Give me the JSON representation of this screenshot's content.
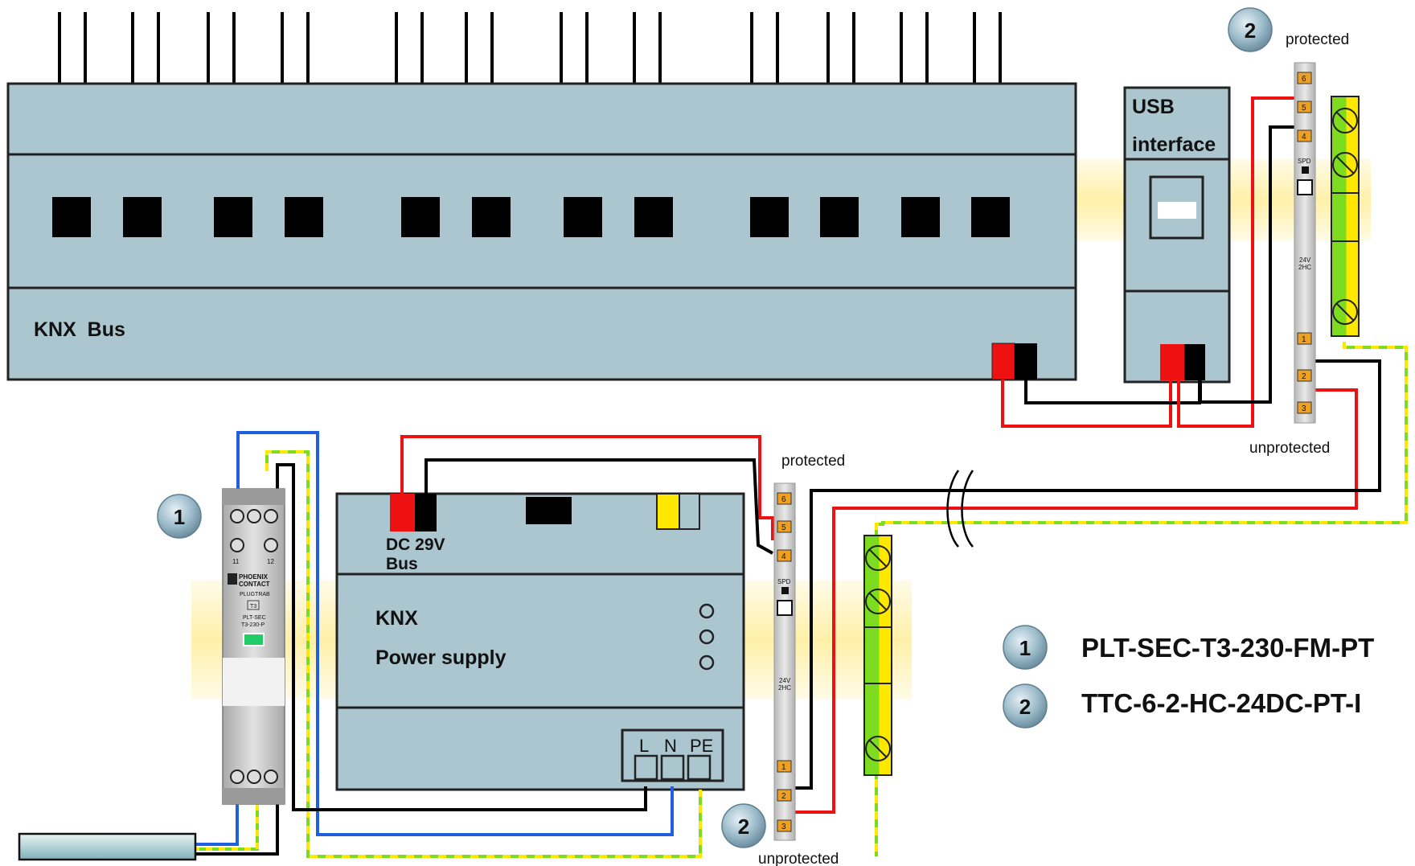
{
  "bus_module": {
    "label": "KNX  Bus"
  },
  "usb_interface": {
    "line1": "USB",
    "line2": "interface"
  },
  "power_supply": {
    "dc_label": "DC 29V",
    "bus_label": "Bus",
    "name_line1": "KNX",
    "name_line2": "Power supply",
    "terminal_L": "L",
    "terminal_N": "N",
    "terminal_PE": "PE"
  },
  "plugtrab": {
    "brand_line1": "PHOENIX",
    "brand_line2": "CONTACT",
    "series": "PLUGTRAB",
    "class": "T3",
    "model_line1": "PLT-SEC",
    "model_line2": "T3-230-P",
    "term_11": "11",
    "term_12": "12"
  },
  "spd_upper": {
    "protected": "protected",
    "unprotected": "unprotected",
    "spd": "SPD",
    "rating_line1": "24V",
    "rating_line2": "2HC",
    "t6": "6",
    "t5": "5",
    "t4": "4",
    "t3": "3",
    "t2": "2",
    "t1": "1"
  },
  "spd_lower": {
    "protected": "protected",
    "unprotected": "unprotected",
    "spd": "SPD",
    "rating_line1": "24V",
    "rating_line2": "2HC",
    "t6": "6",
    "t5": "5",
    "t4": "4",
    "t3": "3",
    "t2": "2",
    "t1": "1"
  },
  "callouts": {
    "c1": "1",
    "c2": "2"
  },
  "legend": [
    {
      "number": "1",
      "text": "PLT-SEC-T3-230-FM-PT"
    },
    {
      "number": "2",
      "text": "TTC-6-2-HC-24DC-PT-I"
    }
  ],
  "colors": {
    "module_fill": "#abc6cf",
    "wire_red": "#ee1111",
    "wire_blue": "#1f5fe0",
    "wire_black": "#000000",
    "pe_green": "#7ddc1f",
    "pe_yellow": "#ffe800",
    "rail": "#fff0b0",
    "callout": "#8fb0c0"
  }
}
